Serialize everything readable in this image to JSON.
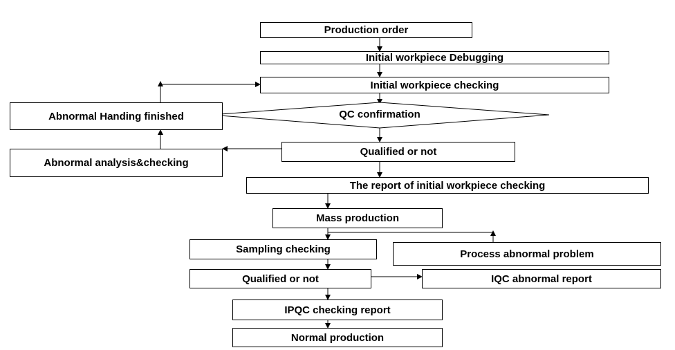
{
  "flowchart": {
    "nodes": {
      "production_order": "Production order",
      "initial_debugging": "Initial workpiece Debugging",
      "initial_checking": "Initial workpiece checking",
      "qc_confirmation": "QC confirmation",
      "abnormal_handing_finished": "Abnormal Handing finished",
      "qualified_or_not_1": "Qualified or not",
      "abnormal_analysis": "Abnormal analysis&checking",
      "initial_report": "The report of initial workpiece checking",
      "mass_production": "Mass production",
      "sampling_checking": "Sampling checking",
      "process_abnormal": "Process abnormal problem",
      "qualified_or_not_2": "Qualified or not",
      "iqc_abnormal_report": "IQC abnormal report",
      "ipqc_report": "IPQC checking report",
      "normal_production": "Normal production"
    },
    "colors": {
      "line": "#000000",
      "box_border": "#000000",
      "background": "#ffffff"
    }
  }
}
